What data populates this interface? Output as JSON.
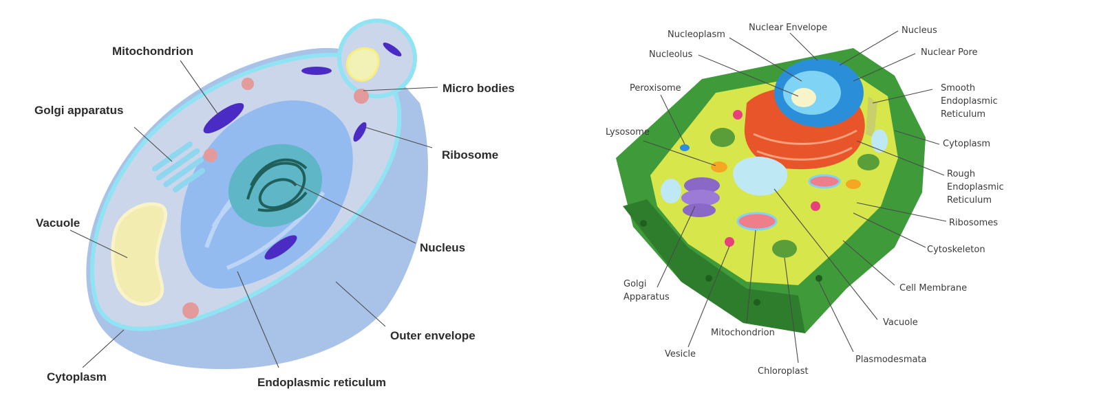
{
  "left_diagram": {
    "labels": {
      "mitochondrion": "Mitochondrion",
      "golgi": "Golgi apparatus",
      "vacuole": "Vacuole",
      "cytoplasm": "Cytoplasm",
      "micro_bodies": "Micro bodies",
      "ribosome": "Ribosome",
      "nucleus": "Nucleus",
      "outer_envelope": "Outer envelope",
      "er": "Endoplasmic reticulum"
    }
  },
  "right_diagram": {
    "labels": {
      "nucleoplasm": "Nucleoplasm",
      "nuclear_envelope": "Nuclear Envelope",
      "nucleus": "Nucleus",
      "nucleolus": "Nucleolus",
      "nuclear_pore": "Nuclear Pore",
      "peroxisome": "Peroxisome",
      "smooth_er_1": "Smooth",
      "smooth_er_2": "Endoplasmic",
      "smooth_er_3": "Reticulum",
      "lysosome": "Lysosome",
      "cytoplasm": "Cytoplasm",
      "rough_er_1": "Rough",
      "rough_er_2": "Endoplasmic",
      "rough_er_3": "Reticulum",
      "ribosomes": "Ribosomes",
      "cytoskeleton": "Cytoskeleton",
      "golgi_1": "Golgi",
      "golgi_2": "Apparatus",
      "cell_membrane": "Cell Membrane",
      "vacuole": "Vacuole",
      "mitochondrion": "Mitochondrion",
      "vesicle": "Vesicle",
      "plasmodesmata": "Plasmodesmata",
      "chloroplast": "Chloroplast"
    }
  },
  "colors": {
    "fungal_outer": "#a9c2e8",
    "fungal_inner": "#cbd6ea",
    "fungal_rim": "#8fe3f2",
    "nucleus_teal": "#2f8f8a",
    "mito_purple": "#4a2bc4",
    "plant_wall": "#3f9a3a",
    "plant_cytoplasm": "#d7e64a",
    "rough_er": "#e8552a",
    "nucleus_blue": "#2a8fd8",
    "vacuole_blue": "#bfe8f5"
  }
}
